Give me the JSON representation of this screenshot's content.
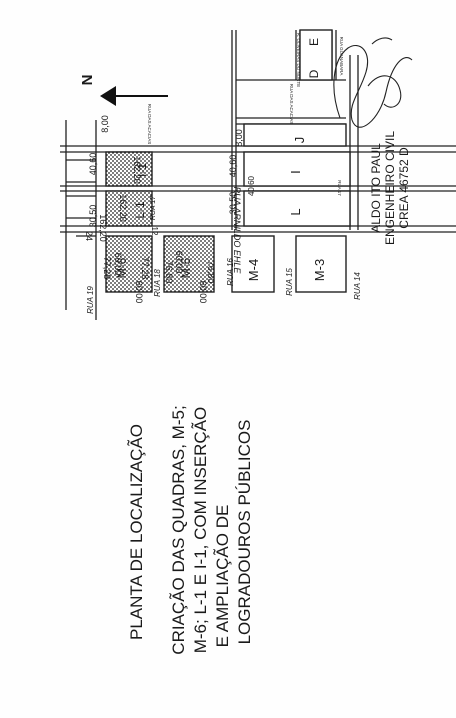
{
  "title": {
    "line1": "PLANTA DE LOCALIZAÇÃO",
    "line2": "CRIAÇÃO DAS QUADRAS, M-5;",
    "line3": "M-6; L-1 E I-1, COM INSERÇÃO",
    "line4": "E AMPLIAÇÃO DE",
    "line5": "LOGRADOUROS PÚBLICOS"
  },
  "engineer": {
    "name": "ALDO ITO PAUL",
    "role": "ENGENHEIRO CIVIL",
    "registration": "CREA 46752 D"
  },
  "north": "N",
  "streets": {
    "rua19": "RUA 19",
    "rua18": "RUA 18",
    "rua17": "RUA 17",
    "rua16": "RUA 16",
    "rua15": "RUA 15",
    "rua14": "RUA 14",
    "arnildo": "RUA ARNILDO EHLE",
    "acacias1": "RUA DAS ACACIAS",
    "acacias2": "RUA DAS ACACIAS",
    "guanabara": "RUA GUANABARA",
    "oliveiras": "R. OLIVEIRAS DO NORTE",
    "rua17b": "RUA 17"
  },
  "blocks": {
    "m6": "M-6",
    "m5": "M-5",
    "m4": "M-4",
    "m3": "M-3",
    "l1": "L-1",
    "l": "L",
    "i1": "I-1",
    "i": "I",
    "j": "J",
    "d": "D",
    "e": "E"
  },
  "dimensions": {
    "d_8_00_top": "8,00",
    "d_8_00_mid": "8,00",
    "d_40_60_a": "40,60",
    "d_40_60_b": "40,60",
    "d_40_60_c": "40,60",
    "d_162_20_a": "162,20",
    "d_162_20_b": "162,20",
    "d_162_20_c": "162,20",
    "d_30_50_a": "30,50",
    "d_30_50_b": "30,50",
    "d_24": "24",
    "d_12": "12",
    "m6_60_a": "60,00",
    "m6_77_a": "77,28",
    "m6_77_b": "77,28",
    "m6_60_b": "60,00",
    "m5_60_a": "60,00",
    "m5_76_a": "76,80",
    "m5_76_b": "76,80",
    "m5_60_b": "60,00"
  }
}
